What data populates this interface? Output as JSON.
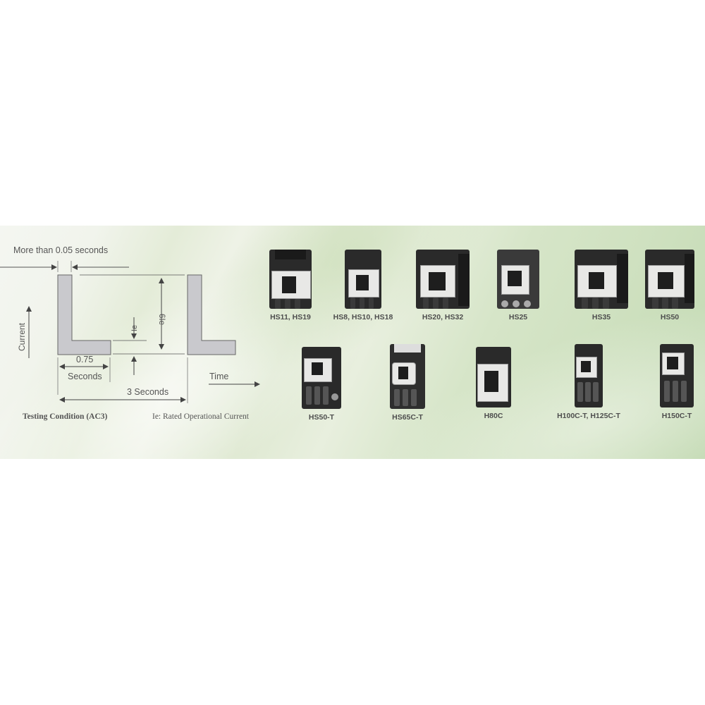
{
  "colors": {
    "background": "#ffffff",
    "banner_light": "#f2f5ee",
    "banner_dark": "#c2d9b2",
    "diagram_fill": "#c8c8cc",
    "diagram_stroke": "#555555",
    "label_text": "#4e4e4e"
  },
  "diagram": {
    "top_label": "More than 0.05 seconds",
    "y_axis_label": "Current",
    "x_axis_label": "Time",
    "peak_label": "6Ie",
    "rated_label": "Ie",
    "short_interval_value": "0.75",
    "short_interval_unit": "Seconds",
    "period_label": "3 Seconds",
    "caption": "Testing Condition (AC3)",
    "legend": "Ie: Rated Operational Current"
  },
  "products": {
    "row1": [
      {
        "label": "HS11, HS19"
      },
      {
        "label": "HS8, HS10, HS18"
      },
      {
        "label": "HS20, HS32"
      },
      {
        "label": "HS25"
      },
      {
        "label": "HS35"
      },
      {
        "label": "HS50"
      }
    ],
    "row2": [
      {
        "label": "HS50-T"
      },
      {
        "label": "HS65C-T"
      },
      {
        "label": "H80C"
      },
      {
        "label": "H100C-T, H125C-T"
      },
      {
        "label": "H150C-T"
      }
    ]
  }
}
